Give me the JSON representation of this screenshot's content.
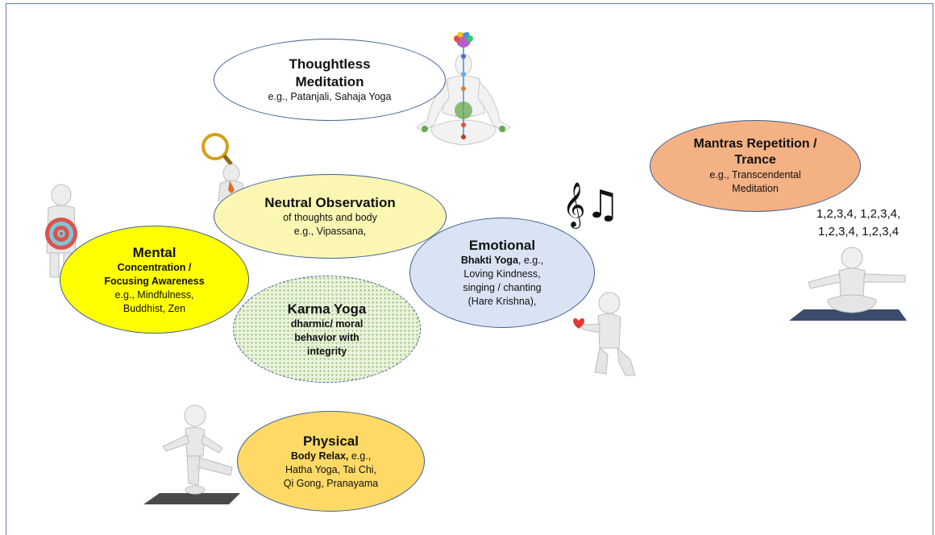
{
  "nodes": {
    "thoughtless": {
      "title": "Thoughtless Meditation",
      "lines": [
        "e.g., Patanjali, Sahaja Yoga"
      ]
    },
    "neutral": {
      "title": "Neutral Observation",
      "lines": [
        "of thoughts and body",
        "e.g., Vipassana,"
      ]
    },
    "mental": {
      "title": "Mental",
      "bold_lines": [
        "Concentration /",
        "Focusing Awareness"
      ],
      "lines": [
        "e.g., Mindfulness,",
        "Buddhist, Zen"
      ]
    },
    "karma": {
      "title": "Karma Yoga",
      "bold_lines": [
        "dharmic/ moral",
        "behavior with",
        "integrity"
      ]
    },
    "emotional": {
      "title": "Emotional",
      "bold_prefix": "Bhakti Yoga",
      "line1_suffix": ", e.g.,",
      "lines": [
        "Loving Kindness,",
        "singing / chanting",
        "(Hare Krishna),"
      ]
    },
    "mantras": {
      "title": "Mantras Repetition / Trance",
      "lines": [
        "e.g., Transcendental",
        "Meditation"
      ]
    },
    "physical": {
      "title": "Physical",
      "bold_prefix": "Body Relax,",
      "line1_suffix": " e.g.,",
      "lines": [
        "Hatha Yoga, Tai Chi,",
        "Qi Gong, Pranayama"
      ]
    }
  },
  "counting": [
    "1,2,3,4, 1,2,3,4,",
    "1,2,3,4, 1,2,3,4"
  ],
  "icons": [
    "meditating-figure-chakras",
    "magnifier-figure",
    "archery-target-figure",
    "music-notes-icon",
    "kneeling-figure-heart",
    "seated-figure-arms-out",
    "balancing-figure-on-mat"
  ],
  "colors": {
    "border": "#3f5f94",
    "thoughtless_fill": "#ffffff",
    "neutral_fill": "#fbf7b3",
    "mental_fill": "#ffff00",
    "karma_fill": "#eaf3dd",
    "emotional_fill": "#dae3f3",
    "mantras_fill": "#f4b183",
    "physical_fill": "#ffd966"
  }
}
